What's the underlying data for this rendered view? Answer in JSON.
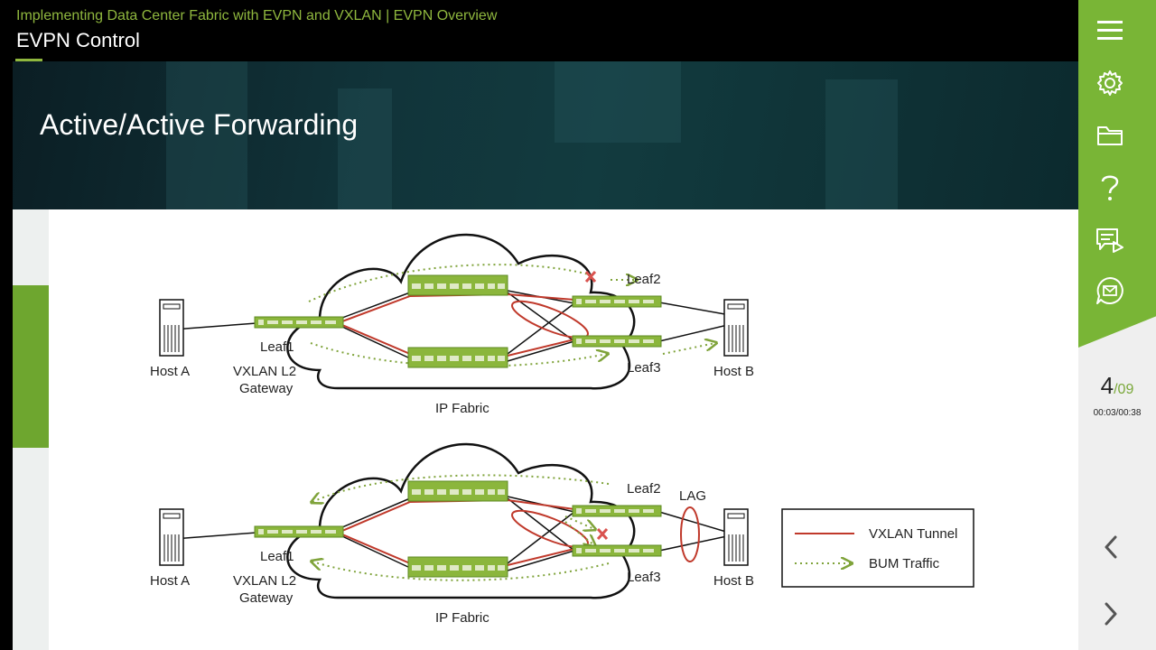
{
  "header": {
    "course_title": "Implementing Data Center Fabric with EVPN and VXLAN | EVPN Overview",
    "lesson_title": "EVPN Control"
  },
  "slide": {
    "heading": "Active/Active Forwarding",
    "top_diagram": {
      "host_a": "Host A",
      "host_b": "Host B",
      "leaf1": "Leaf1",
      "leaf2": "Leaf2",
      "leaf3": "Leaf3",
      "gateway_line1": "VXLAN L2",
      "gateway_line2": "Gateway",
      "cloud_label": "IP Fabric"
    },
    "bottom_diagram": {
      "host_a": "Host A",
      "host_b": "Host B",
      "leaf1": "Leaf1",
      "leaf2": "Leaf2",
      "leaf3": "Leaf3",
      "gateway_line1": "VXLAN L2",
      "gateway_line2": "Gateway",
      "cloud_label": "IP Fabric",
      "lag_label": "LAG"
    },
    "legend": {
      "vxlan_tunnel": "VXLAN Tunnel",
      "bum_traffic": "BUM Traffic"
    },
    "colors": {
      "tunnel": "#c0392b",
      "bum": "#7fa33a",
      "switch": "#8bb63c",
      "blocked": "#d9534f"
    }
  },
  "sidebar": {
    "icons": [
      "menu-icon",
      "gear-icon",
      "folder-icon",
      "help-icon",
      "feedback-icon",
      "mail-icon"
    ],
    "page_current": "4",
    "page_total": "/09",
    "timer": "00:03/00:38",
    "prev_icon": "chevron-left-icon",
    "next_icon": "chevron-right-icon"
  }
}
